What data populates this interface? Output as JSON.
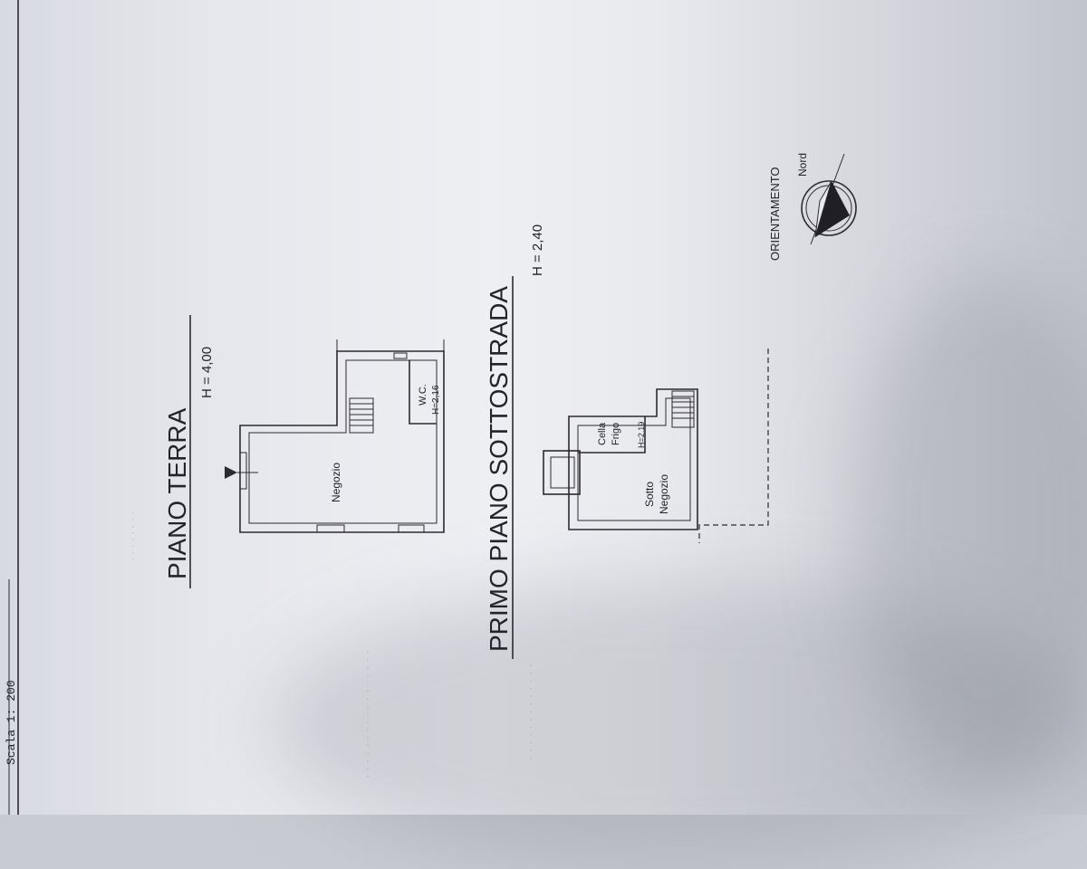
{
  "sheet": {
    "scale": "Scala 1: 200"
  },
  "ground_floor": {
    "title": "PIANO TERRA",
    "height": "H = 4,00",
    "rooms": {
      "shop": "Negozio",
      "wc": "W.C.",
      "wc_height": "H=2,16"
    }
  },
  "basement": {
    "title": "PRIMO PIANO SOTTOSTRADA",
    "height": "H = 2,40",
    "rooms": {
      "cold_room": "Cella",
      "cold_room_2": "Frigo",
      "cold_room_height": "H=2,19",
      "shop_under": "Sotto",
      "shop_under_2": "Negozio"
    }
  },
  "orientation": {
    "label": "ORIENTAMENTO",
    "north": "Nord"
  },
  "colors": {
    "paper": "#e9eaee",
    "ink": "#2a2a30"
  }
}
